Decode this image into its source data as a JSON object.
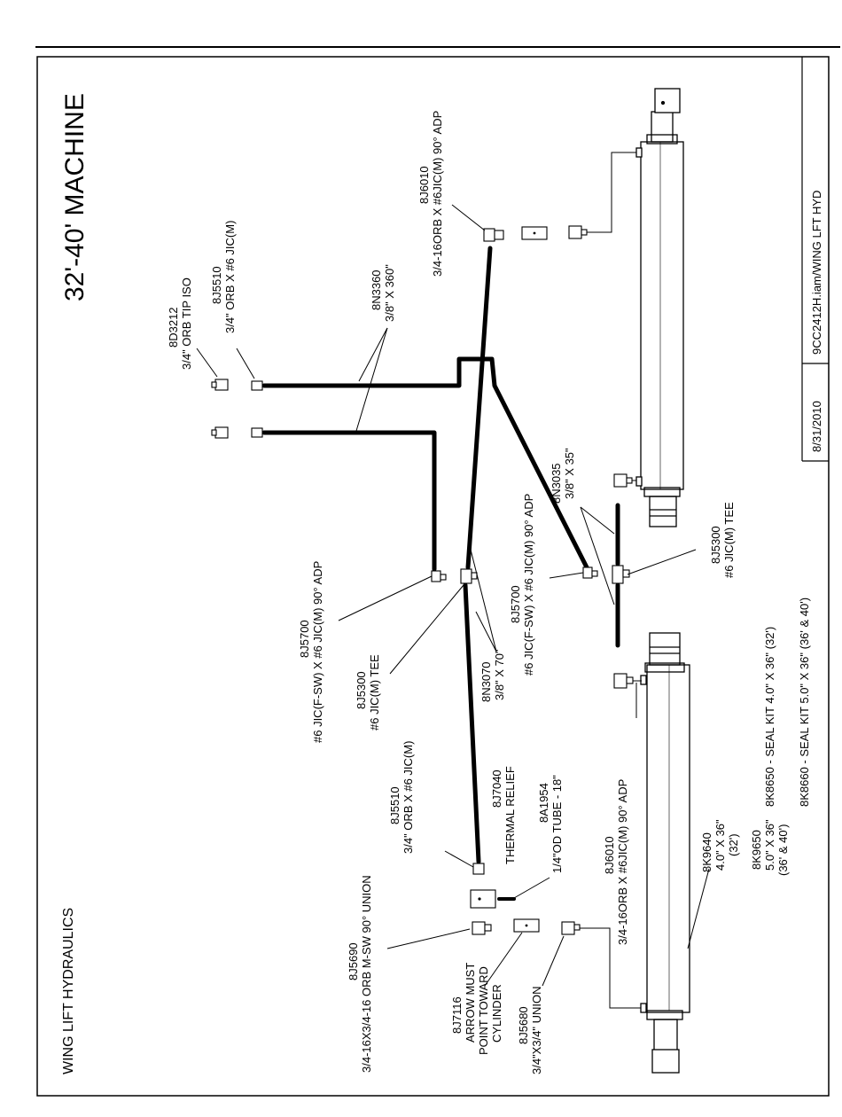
{
  "title": "32'-40' MACHINE",
  "heading": "WING LIFT HYDRAULICS",
  "title_block": {
    "file": "9CC2412H.iam/WING LFT HYD",
    "date": "8/31/2010"
  },
  "labels": {
    "p8D3212": [
      "8D3212",
      "3/4\" ORB TIP ISO"
    ],
    "p8J5510_top": [
      "8J5510",
      "3/4\" ORB X #6 JIC(M)"
    ],
    "p8N3360": [
      "8N3360",
      "3/8\" X 360\""
    ],
    "p8J6010_top": [
      "8J6010",
      "3/4-16ORB X #6JIC(M) 90° ADP"
    ],
    "p8N3035": [
      "8N3035",
      "3/8\" X 35\""
    ],
    "p8J5700_right": [
      "8J5700",
      "#6 JIC(F-SW) X #6 JIC(M) 90° ADP"
    ],
    "p8J5300_right": [
      "8J5300",
      "#6 JIC(M) TEE"
    ],
    "p8J5700_left": [
      "8J5700",
      "#6 JIC(F-SW) X #6 JIC(M) 90° ADP"
    ],
    "p8J5300_left": [
      "8J5300",
      "#6 JIC(M) TEE"
    ],
    "p8N3070": [
      "8N3070",
      "3/8\" X 70\""
    ],
    "p8J5510_bot": [
      "8J5510",
      "3/4\" ORB X #6 JIC(M)"
    ],
    "p8J7040": [
      "8J7040",
      "THERMAL RELIEF"
    ],
    "p8A1954": [
      "8A1954",
      "1/4\"OD TUBE - 18\""
    ],
    "p8J6010_bot": [
      "8J6010",
      "3/4-16ORB X #6JIC(M) 90° ADP"
    ],
    "p8J5690": [
      "8J5690",
      "3/4-16X3/4-16 ORB M-SW 90° UNION"
    ],
    "p8J7116": [
      "8J7116",
      "ARROW MUST",
      "POINT TOWARD",
      "CYLINDER"
    ],
    "p8J5680": [
      "8J5680",
      "3/4\"X3/4\" UNION"
    ],
    "p8K9640": [
      "8K9640",
      "4.0\" X 36\"",
      "(32')"
    ],
    "p8K9650": [
      "8K9650",
      "5.0\" X 36\"",
      "(36' & 40')"
    ],
    "seal_kits": [
      "8K8650 - SEAL KIT 4.0\" X 36\"  (32')",
      "8K8660 - SEAL KIT 5.0\" X 36\"  (36' & 40')"
    ]
  }
}
